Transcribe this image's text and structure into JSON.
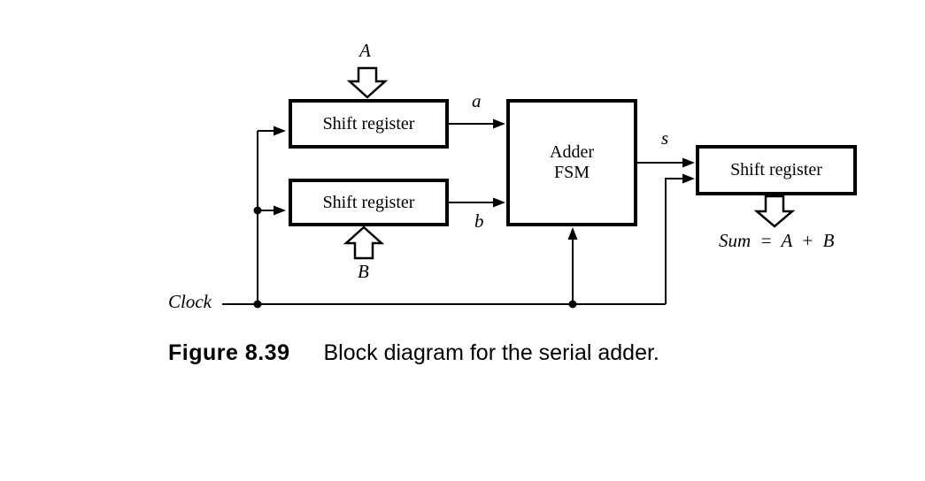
{
  "figure": {
    "caption_label": "Figure 8.39",
    "caption_text": "Block diagram for the serial adder."
  },
  "blocks": {
    "shift_reg_a": "Shift register",
    "shift_reg_b": "Shift register",
    "adder_fsm_line1": "Adder",
    "adder_fsm_line2": "FSM",
    "shift_reg_sum": "Shift register"
  },
  "signals": {
    "input_a": "A",
    "input_b": "B",
    "serial_a": "a",
    "serial_b": "b",
    "sum_bit": "s",
    "clock": "Clock",
    "sum_output": "Sum = A + B"
  },
  "colors": {
    "ink": "#000000",
    "background": "#ffffff"
  }
}
